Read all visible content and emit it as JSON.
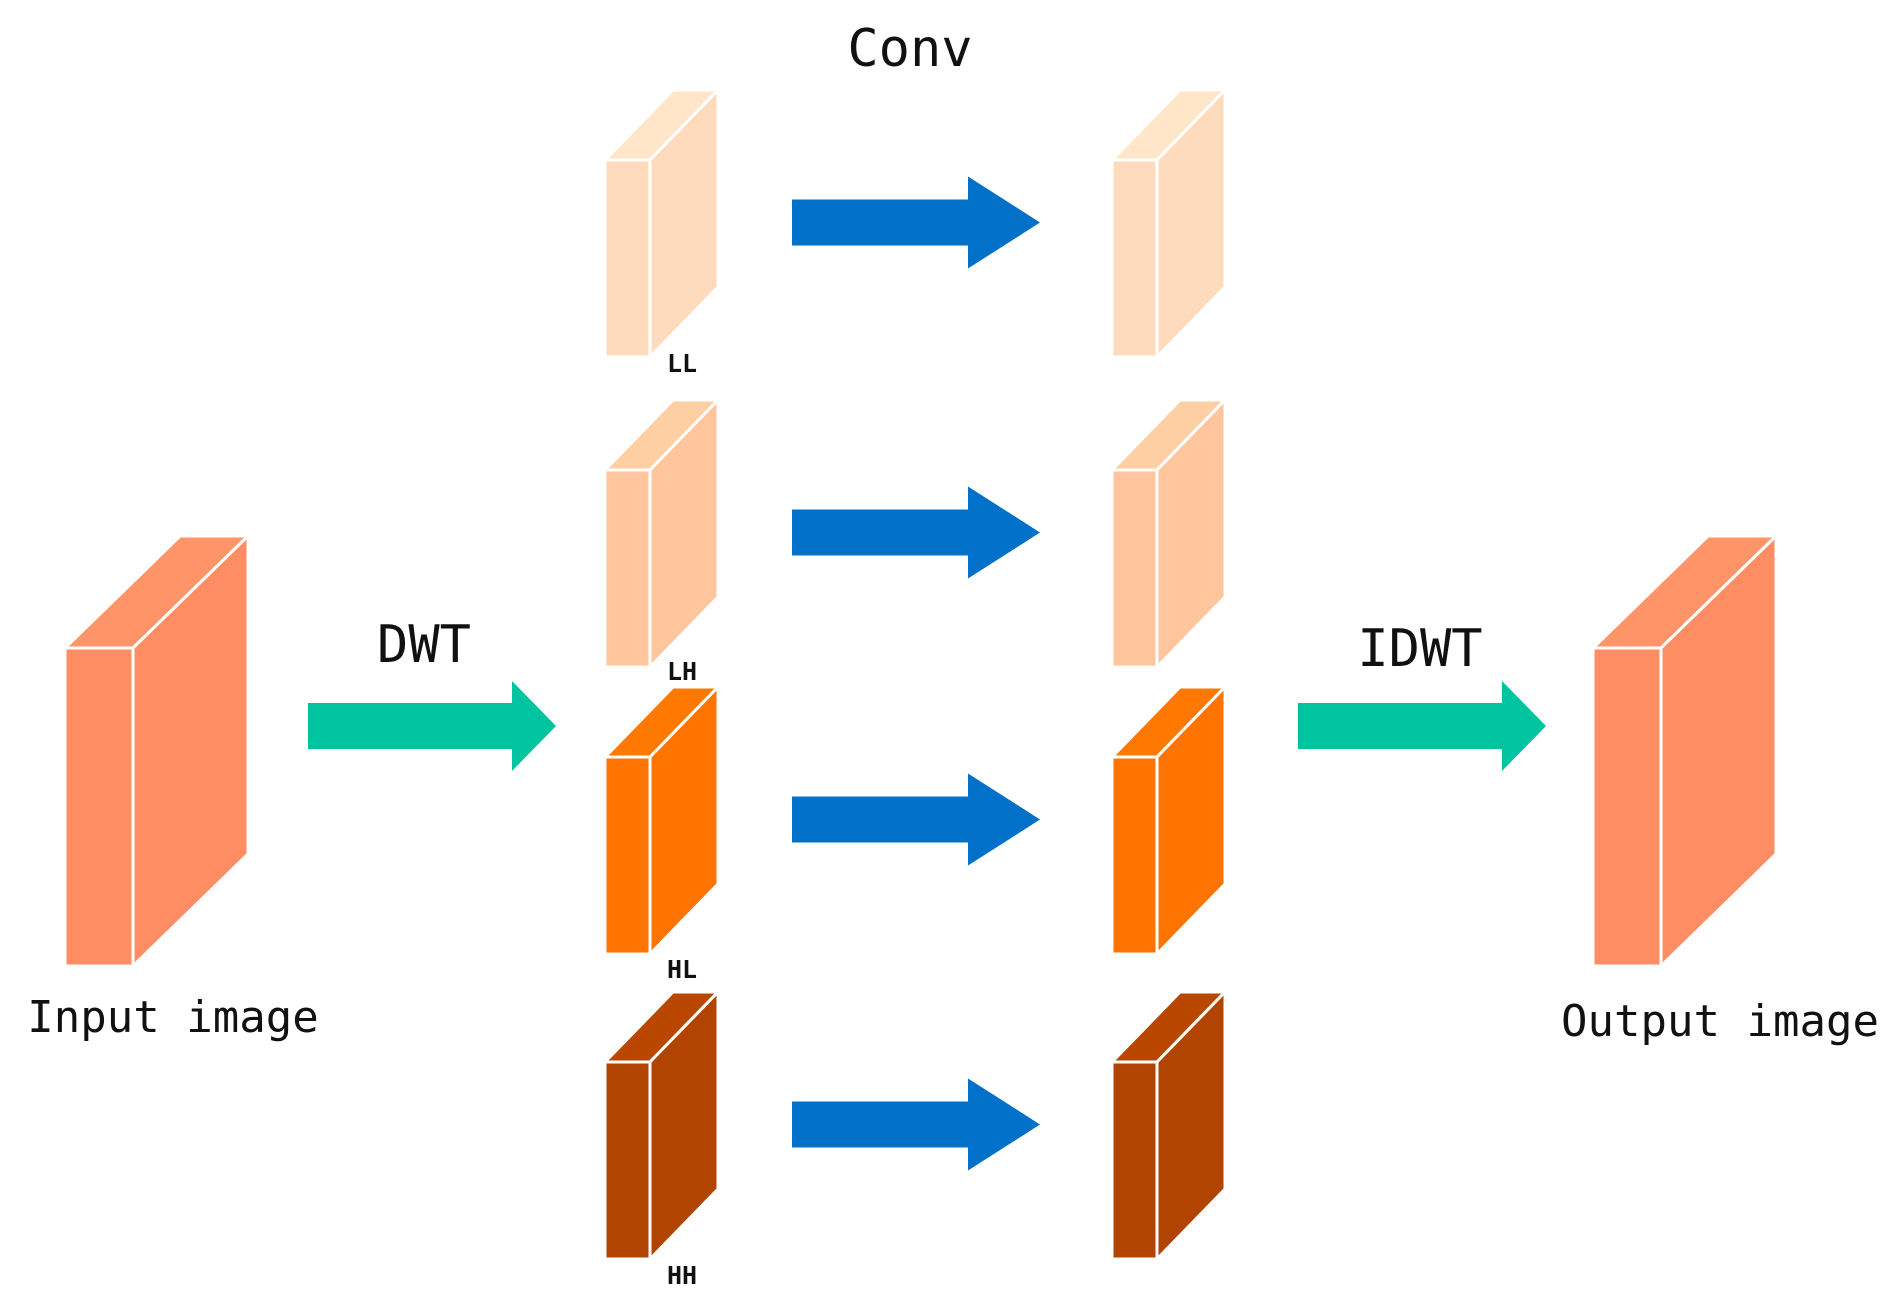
{
  "diagram": {
    "conv_label": "Conv",
    "dwt_label": "DWT",
    "idwt_label": "IDWT",
    "input_label": "Input image",
    "output_label": "Output image",
    "subbands": [
      {
        "label": "LL",
        "color": "#FFDBBE"
      },
      {
        "label": "LH",
        "color": "#FFC59C"
      },
      {
        "label": "HL",
        "color": "#FF7300"
      },
      {
        "label": "HH",
        "color": "#B04400"
      }
    ],
    "colors": {
      "image_block": "#FF8D63",
      "wavelet_arrow": "#00C4A0",
      "conv_arrow": "#0070C8"
    }
  }
}
